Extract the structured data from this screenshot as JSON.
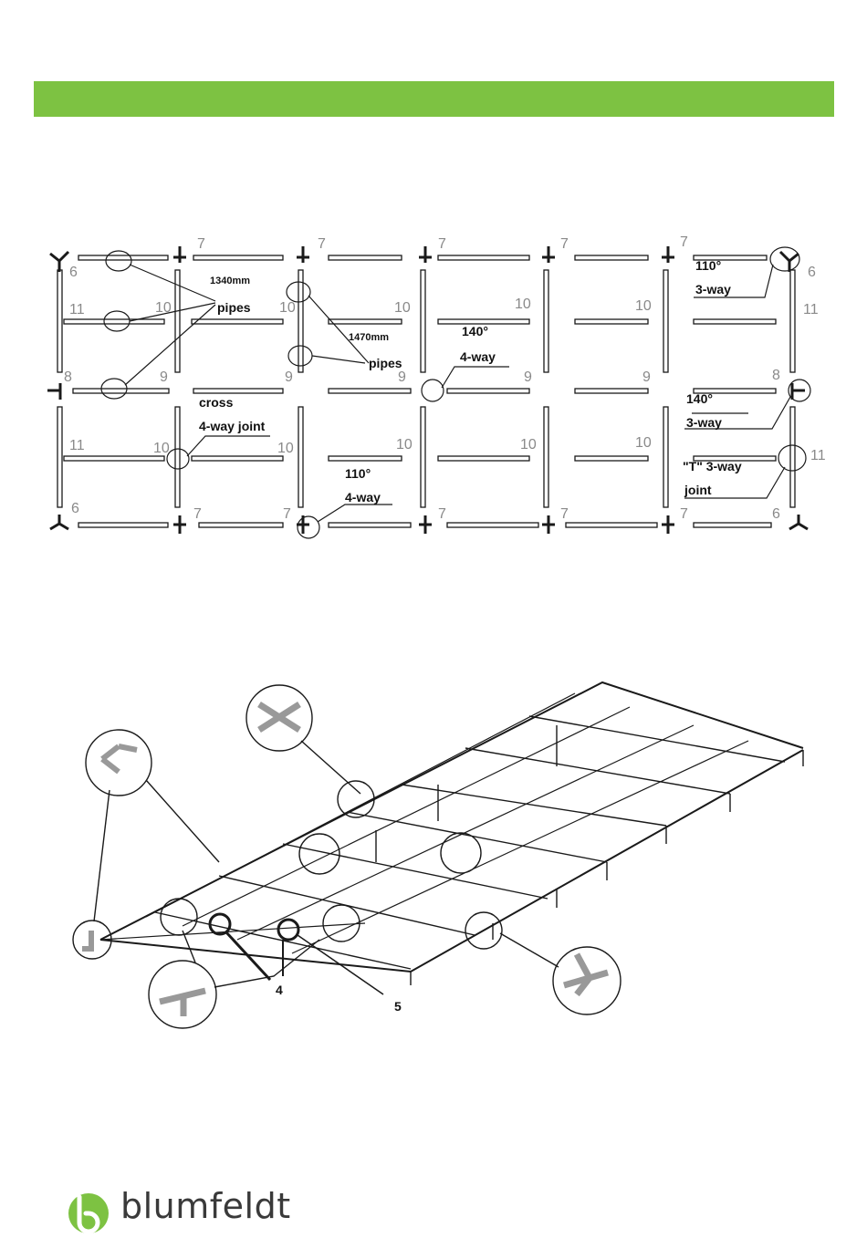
{
  "colors": {
    "brand_green": "#7dc242",
    "line": "#1a1a1a",
    "pipe_fill": "#ffffff"
  },
  "layout_plan": {
    "numbers": {
      "row1": [
        "6",
        "7",
        "7",
        "7",
        "7",
        "7",
        "6"
      ],
      "row2": [
        "11",
        "10",
        "10",
        "10",
        "10",
        "10",
        "11"
      ],
      "row3": [
        "8",
        "9",
        "9",
        "9",
        "9",
        "9",
        "8"
      ],
      "row4": [
        "11",
        "10",
        "10",
        "10",
        "10",
        "10",
        "11"
      ],
      "row5": [
        "6",
        "7",
        "7",
        "7",
        "7",
        "7",
        "6"
      ]
    },
    "annotations": {
      "len_1340": "1340mm",
      "pipes_a": "pipes",
      "len_1470": "1470mm",
      "pipes_b": "pipes",
      "angle_110_top": "110°",
      "three_way_top": "3-way",
      "angle_140_mid": "140°",
      "four_way_mid": "4-way",
      "cross": "cross",
      "four_way_joint": "4-way joint",
      "angle_140_right": "140°",
      "three_way_right": "3-way",
      "angle_110_bottom": "110°",
      "four_way_bottom": "4-way",
      "t_three_way": "\"T\" 3-way",
      "joint": "joint"
    }
  },
  "assembly_view": {
    "callout_4": "4",
    "callout_5": "5"
  },
  "brand": {
    "name": "blumfeldt"
  }
}
